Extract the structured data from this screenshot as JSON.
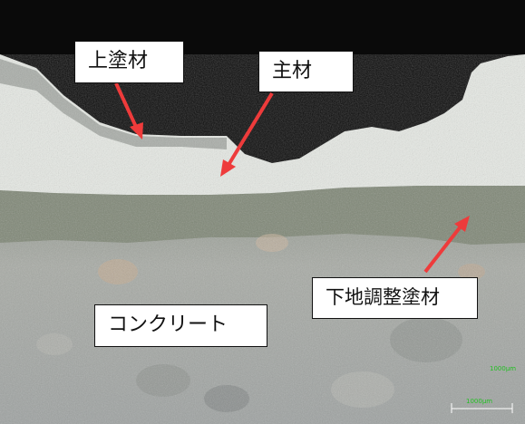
{
  "image": {
    "description_labels": {
      "top_coat": "上塗材",
      "main_coat": "主材",
      "base_coat": "下地調整塗材",
      "concrete": "コンクリート"
    },
    "scale_bar": {
      "text_a": "1000μm",
      "text_b": "1000μm"
    },
    "colors": {
      "background_void": "#0a0a0a",
      "main_coat_white": "#e8ebe6",
      "base_layer": "#7f8776",
      "concrete": "#a7aaa6",
      "arrow": "#ee3b3b"
    }
  }
}
